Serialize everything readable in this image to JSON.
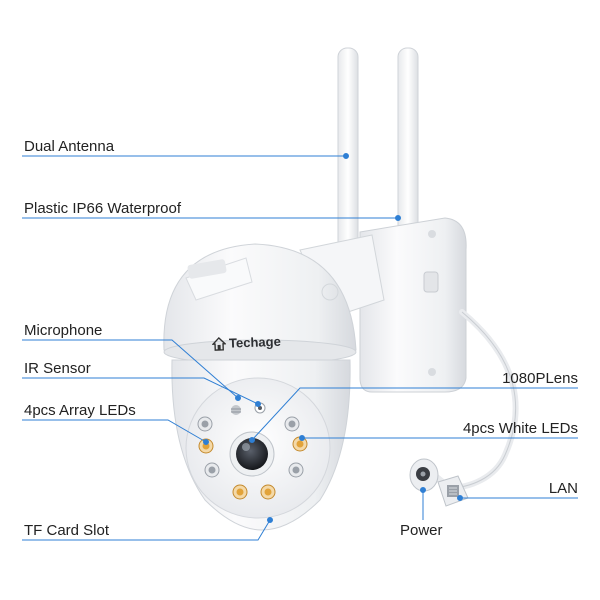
{
  "labels": {
    "dual_antenna": "Dual Antenna",
    "waterproof": "Plastic IP66 Waterproof",
    "microphone": "Microphone",
    "ir_sensor": "IR Sensor",
    "array_leds": "4pcs Array LEDs",
    "tf_card": "TF Card Slot",
    "lens": "1080PLens",
    "white_leds": "4pcs White LEDs",
    "lan": "LAN",
    "power": "Power"
  },
  "brand": {
    "name": "Techage"
  },
  "colors": {
    "leader_line": "#2f7fd4",
    "camera_body": "#f2f3f5",
    "camera_shadow": "#d7dadf",
    "led_amber": "#e2a33a",
    "lens_dark": "#2a2d33",
    "text": "#222222"
  }
}
